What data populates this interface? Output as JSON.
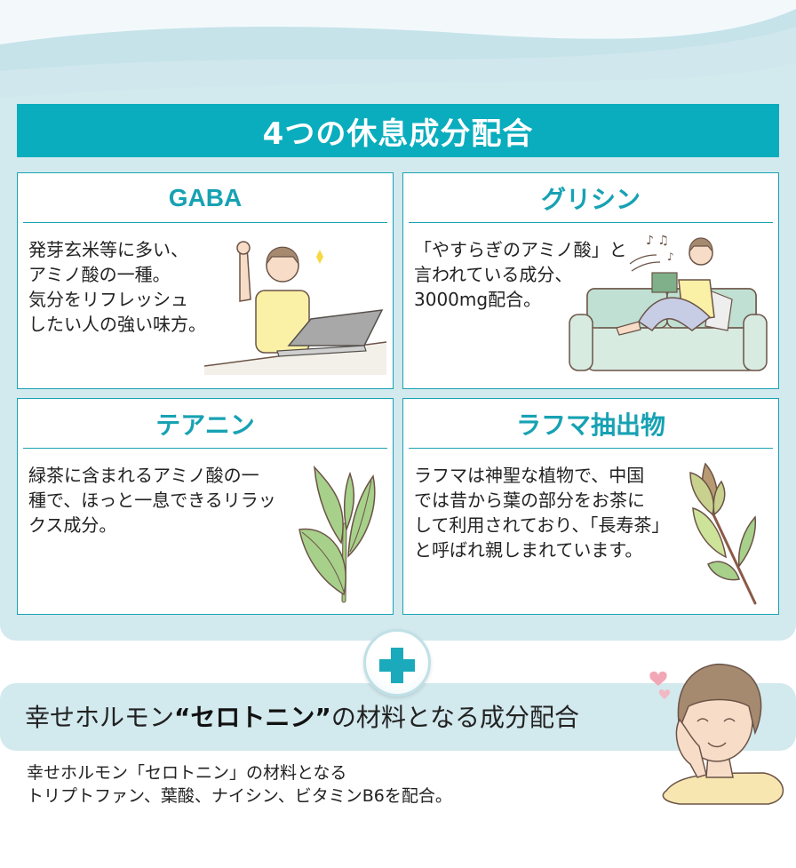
{
  "header": {
    "title": "4つの休息成分配合"
  },
  "cards": [
    {
      "title": "GABA",
      "text": "発芽玄米等に多い、\nアミノ酸の一種。\n気分をリフレッシュ\nしたい人の強い味方。",
      "illustration": "woman-stretching-at-laptop"
    },
    {
      "title": "グリシン",
      "text": "「やすらぎのアミノ酸」と\n言われている成分、\n3000mg配合。",
      "illustration": "woman-reading-on-sofa"
    },
    {
      "title": "テアニン",
      "text": "緑茶に含まれるアミノ酸の一\n種で、ほっと一息できるリラッ\nクス成分。",
      "illustration": "tea-leaf-sprig"
    },
    {
      "title": "ラフマ抽出物",
      "text": "ラフマは神聖な植物で、中国\nでは昔から葉の部分をお茶に\nして利用されており、「長寿茶」\nと呼ばれ親しまれています。",
      "illustration": "rafuma-leaf-sprig"
    }
  ],
  "plus": {
    "icon": "plus-icon"
  },
  "serotonin": {
    "heading_pre": "幸せホルモン",
    "heading_bold": "“セロトニン”",
    "heading_post": "の材料となる成分配合",
    "body_lines": [
      "幸せホルモン「セロトニン」の材料となる",
      "トリプトファン、葉酸、ナイシン、ビタミンB6を配合。"
    ],
    "illustration": "happy-woman-hand-on-cheek"
  },
  "colors": {
    "accent": "#0aadbd",
    "card_border": "#1aa3b2",
    "panel_bg": "#d2e9ee",
    "heart": "#f2a7b6"
  }
}
